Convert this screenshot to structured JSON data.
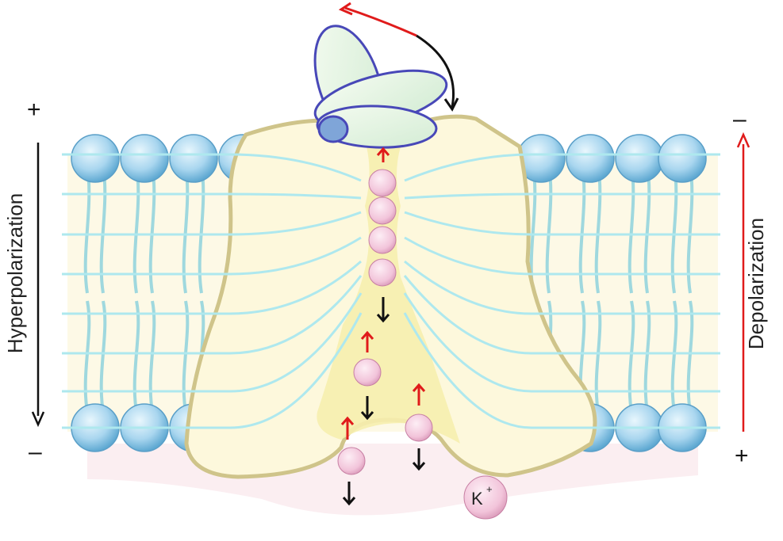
{
  "left_side": {
    "top_sign": "+",
    "bottom_sign": "–",
    "label": "Hyperpolarization"
  },
  "right_side": {
    "top_sign": "–",
    "bottom_sign": "+",
    "label": "Depolarization"
  },
  "ion": {
    "symbol": "K",
    "charge": "+"
  },
  "colors": {
    "membrane_line": "#aee8ee",
    "lipid_head": "#8cc6e6",
    "channel_fill": "#fdf8dc",
    "channel_outline": "#cfc48a",
    "pore_fill": "#f6eeae",
    "ion_fill": "#f3c8dc",
    "depolarization_arrow": "#e01b1b",
    "hyperpolarization_arrow": "#111111",
    "gate_fill": "#e4f4df",
    "gate_outline": "#4848b8"
  }
}
